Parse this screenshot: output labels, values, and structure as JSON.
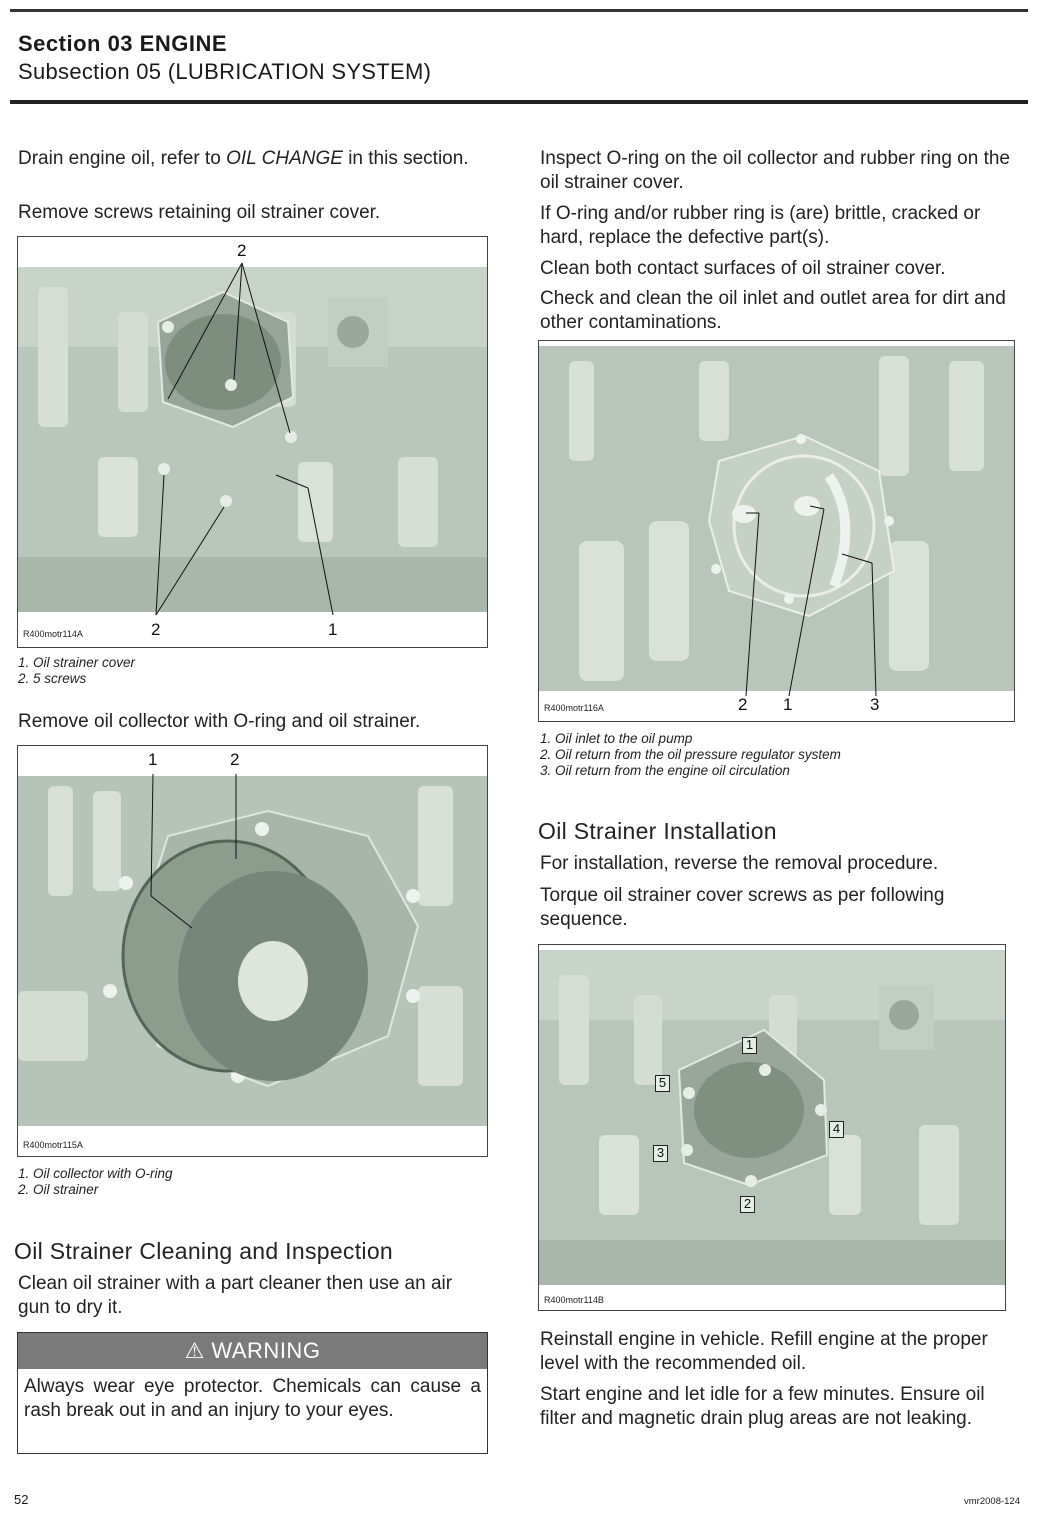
{
  "header": {
    "section": "Section 03 ENGINE",
    "subsection": "Subsection 05 (LUBRICATION SYSTEM)"
  },
  "left": {
    "p1_pre": "Drain engine oil, refer to ",
    "p1_em": "OIL CHANGE",
    "p1_post": " in this section.",
    "p2": "Remove screws retaining oil strainer cover.",
    "fig1": {
      "ref": "R400motr114A",
      "callouts": [
        "2",
        "2",
        "1"
      ],
      "legend": [
        "1. Oil strainer cover",
        "2. 5 screws"
      ]
    },
    "p3": "Remove oil collector with O-ring and oil strainer.",
    "fig2": {
      "ref": "R400motr115A",
      "callouts": [
        "1",
        "2"
      ],
      "legend": [
        "1. Oil collector with O-ring",
        "2. Oil strainer"
      ]
    },
    "h_cleaning": "Oil Strainer Cleaning and Inspection",
    "p4": "Clean oil strainer with a part cleaner then use an air gun to dry it.",
    "warning": {
      "title": "WARNING",
      "icon": "warning-triangle-icon",
      "text": "Always wear eye protector. Chemicals can cause a rash break out in and an injury to your eyes."
    }
  },
  "right": {
    "p1": "Inspect O-ring on the oil collector and rubber ring on the oil strainer cover.",
    "p2": "If O-ring and/or rubber ring is (are) brittle, cracked or hard, replace the defective part(s).",
    "p3": "Clean both contact surfaces of oil strainer cover.",
    "p4": "Check and clean the oil inlet and outlet area for dirt and other contaminations.",
    "fig3": {
      "ref": "R400motr116A",
      "callouts": [
        "2",
        "1",
        "3"
      ],
      "legend": [
        "1. Oil inlet to the oil pump",
        "2. Oil return from the oil pressure regulator system",
        "3. Oil return from the engine oil circulation"
      ]
    },
    "h_install": "Oil Strainer Installation",
    "p5": "For installation, reverse the removal procedure.",
    "p6": "Torque oil strainer cover screws as per following sequence.",
    "fig4": {
      "ref": "R400motr114B",
      "sequence": [
        "1",
        "5",
        "4",
        "3",
        "2"
      ]
    },
    "p7": "Reinstall engine in vehicle. Refill engine at the proper level with the recommended oil.",
    "p8": "Start engine and let idle for a few minutes. Ensure oil filter and magnetic drain plug areas are not leaking."
  },
  "footer": {
    "page": "52",
    "code": "vmr2008-124"
  }
}
